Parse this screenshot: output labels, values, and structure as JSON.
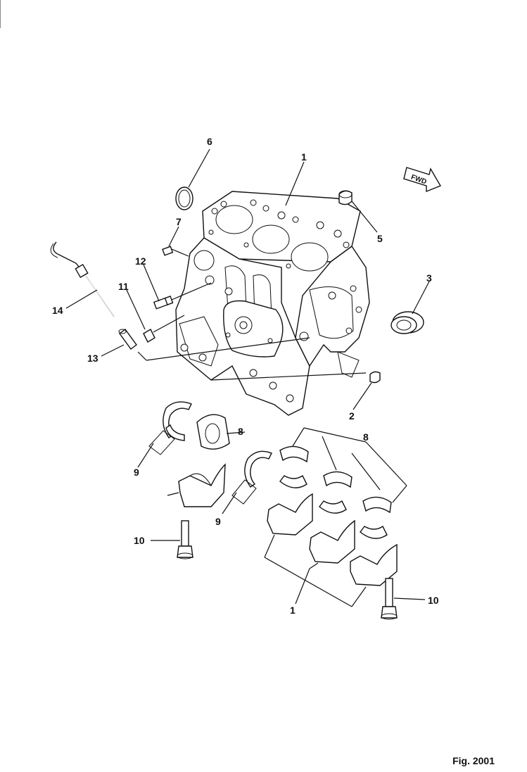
{
  "figure": {
    "label": "Fig. 2001",
    "fwd_label": "FWD"
  },
  "callouts": {
    "c1_top": "1",
    "c1_bottom": "1",
    "c2": "2",
    "c3": "3",
    "c5": "5",
    "c6": "6",
    "c7": "7",
    "c8_left": "8",
    "c8_right": "8",
    "c9_upper": "9",
    "c9_lower": "9",
    "c10_left": "10",
    "c10_right": "10",
    "c11": "11",
    "c12": "12",
    "c13": "13",
    "c14": "14"
  }
}
